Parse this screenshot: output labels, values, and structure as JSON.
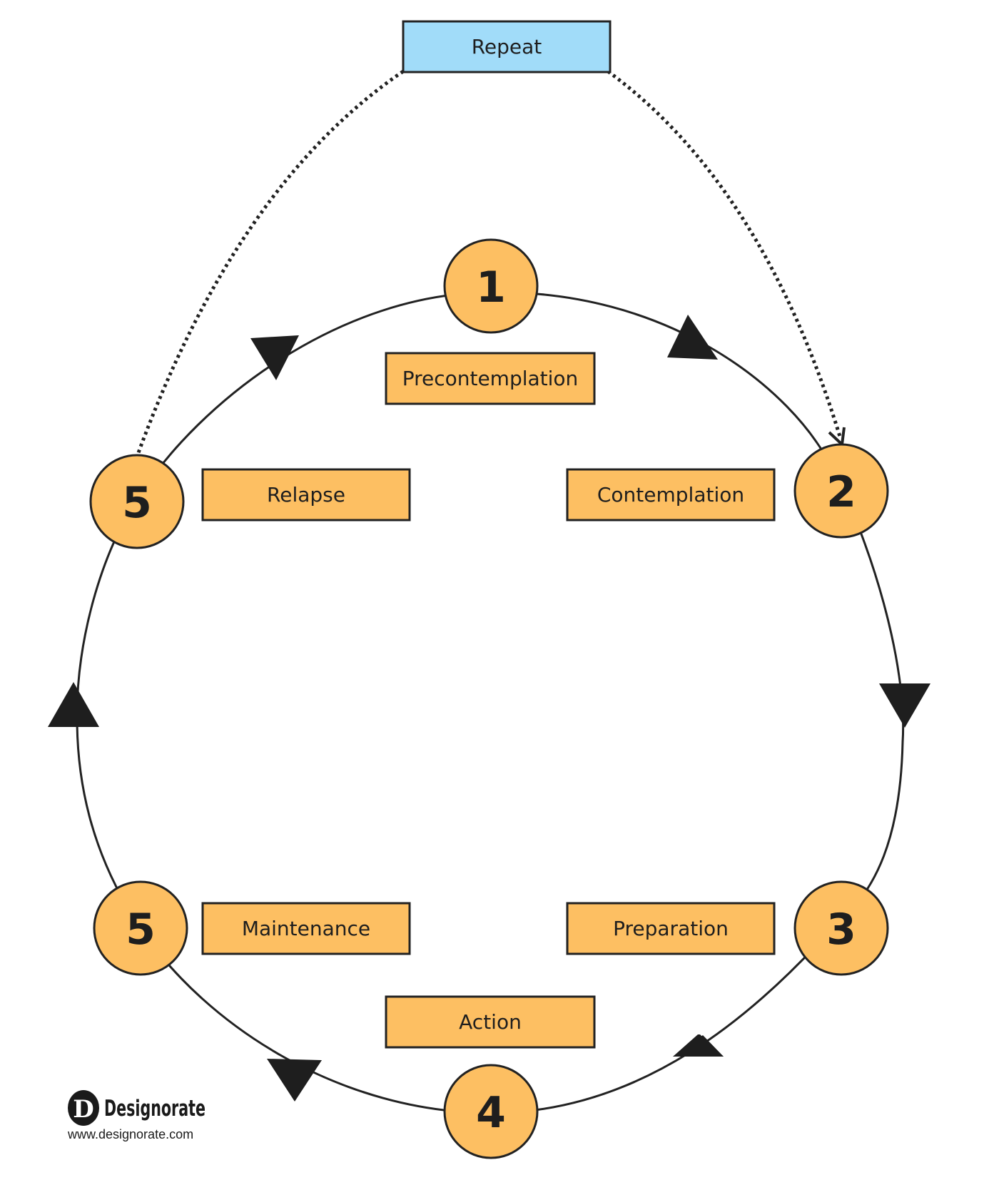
{
  "repeat": {
    "label": "Repeat"
  },
  "stages": [
    {
      "number": "1",
      "label": "Precontemplation"
    },
    {
      "number": "2",
      "label": "Contemplation"
    },
    {
      "number": "3",
      "label": "Preparation"
    },
    {
      "number": "4",
      "label": "Action"
    },
    {
      "number": "5",
      "label": "Maintenance"
    },
    {
      "number": "5",
      "label": "Relapse"
    }
  ],
  "brand": {
    "logo_letter": "D",
    "name": "Designorate",
    "url": "www.designorate.com"
  },
  "colors": {
    "stage_fill": "#fdbf62",
    "repeat_fill": "#a1dcf9",
    "stroke": "#222222"
  }
}
